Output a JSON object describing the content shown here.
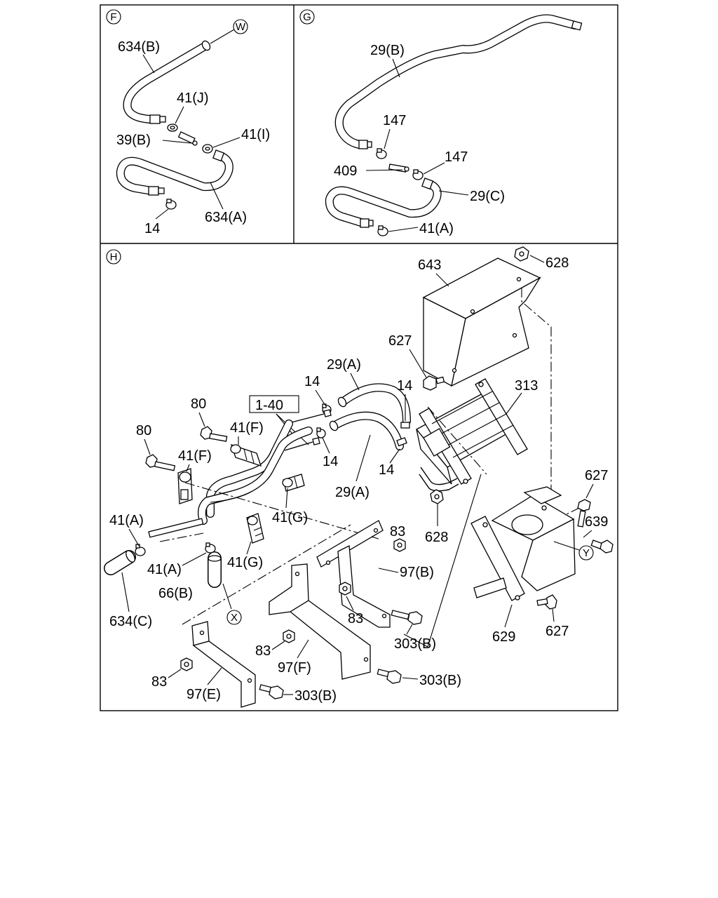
{
  "panels": {
    "F": {
      "marker": "F",
      "labels": {
        "hose_634B": "634(B)",
        "hose_634A": "634(A)",
        "clip_41J": "41(J)",
        "clip_41I": "41(I)",
        "connector_39B": "39(B)",
        "clamp_14": "14",
        "ref_W": "W"
      }
    },
    "G": {
      "marker": "G",
      "labels": {
        "hose_29B": "29(B)",
        "hose_29C": "29(C)",
        "clamp_147_upper": "147",
        "clamp_147_lower": "147",
        "connector_409": "409",
        "clip_41A": "41(A)"
      }
    },
    "H": {
      "marker": "H",
      "labels": {
        "cover_643": "643",
        "nut_628_top": "628",
        "bolt_627_cover": "627",
        "heater_core_313": "313",
        "clamp_14_a": "14",
        "clamp_14_b": "14",
        "clamp_14_c": "14",
        "clamp_14_d": "14",
        "hose_29A_upper": "29(A)",
        "hose_29A_lower": "29(A)",
        "ref_box_1_40": "1-40",
        "bolt_80_upper": "80",
        "bolt_80_lower": "80",
        "clip_41F_upper": "41(F)",
        "clip_41F_lower": "41(F)",
        "clip_41G_right": "41(G)",
        "clip_41G_lower": "41(G)",
        "clip_41A_upper": "41(A)",
        "clip_41A_lower": "41(A)",
        "hose_66B": "66(B)",
        "hose_634C": "634(C)",
        "nut_83_a": "83",
        "nut_83_b": "83",
        "nut_83_c": "83",
        "nut_83_d": "83",
        "bracket_97B": "97(B)",
        "bracket_97F": "97(F)",
        "bracket_97E": "97(E)",
        "bolt_303B_a": "303(B)",
        "bolt_303B_b": "303(B)",
        "bolt_303B_c": "303(B)",
        "nut_628_lower": "628",
        "bolt_627_right": "627",
        "bolt_627_lower": "627",
        "bracket_639": "639",
        "bracket_629": "629",
        "ref_X": "X",
        "ref_Y": "Y"
      }
    }
  }
}
